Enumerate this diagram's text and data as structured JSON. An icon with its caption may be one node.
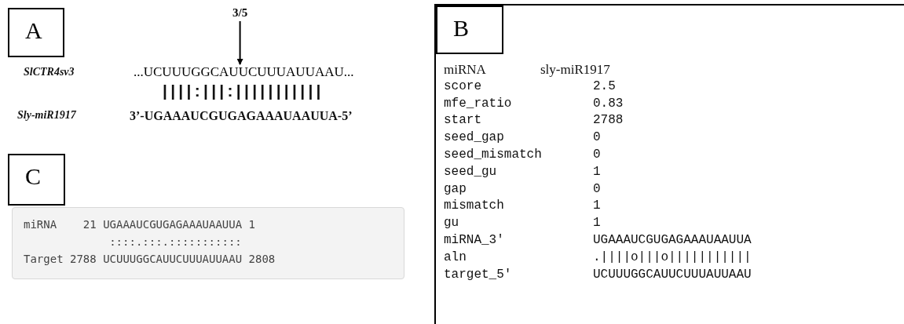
{
  "diagram": {
    "nodes": [
      {
        "text": [
          "A"
        ]
      },
      {
        "text": [
          "3/5"
        ]
      },
      {
        "text": [
          "...UCUUUGGCAUUCUUUAUUAAU..."
        ]
      },
      {
        "text": [],
        "shape": "box"
      },
      {
        "text": [
          "B"
        ],
        "in": 3
      },
      {
        "text": [
          "C"
        ]
      },
      {
        "text": [
          "miRNA    21 UGAAAUCGUGAGAAAUAAUUA 1",
          "::::.:::.:::::::::::",
          "Target 2788 UCUUUGGCAUUCUUUAUUAAU 2808"
        ]
      }
    ],
    "edges": [
      {
        "from": 1,
        "to": 2,
        "arrow": "to"
      }
    ],
    "labels": [
      "SlCTR4sv3",
      "||||:|||:|||||||||||",
      "Sly-miR1917",
      "3’-UGAAAUCGUGAGAAAUAAUUA-5’",
      "miRNA",
      "sly-miR1917",
      "score",
      "2.5",
      "mfe_ratio",
      "0.83",
      "start",
      "2788",
      "seed_gap",
      "0",
      "seed_mismatch",
      "0",
      "seed_gu",
      "1",
      "gap",
      "0",
      "mismatch",
      "1",
      "gu",
      "1",
      "miRNA_3'",
      "UGAAAUCGUGAGAAAUAAUUA",
      "aln",
      ".||||o|||o|||||||||||",
      "target_5'",
      "UCUUUGGCAUUCUUUAUUAAU"
    ]
  }
}
